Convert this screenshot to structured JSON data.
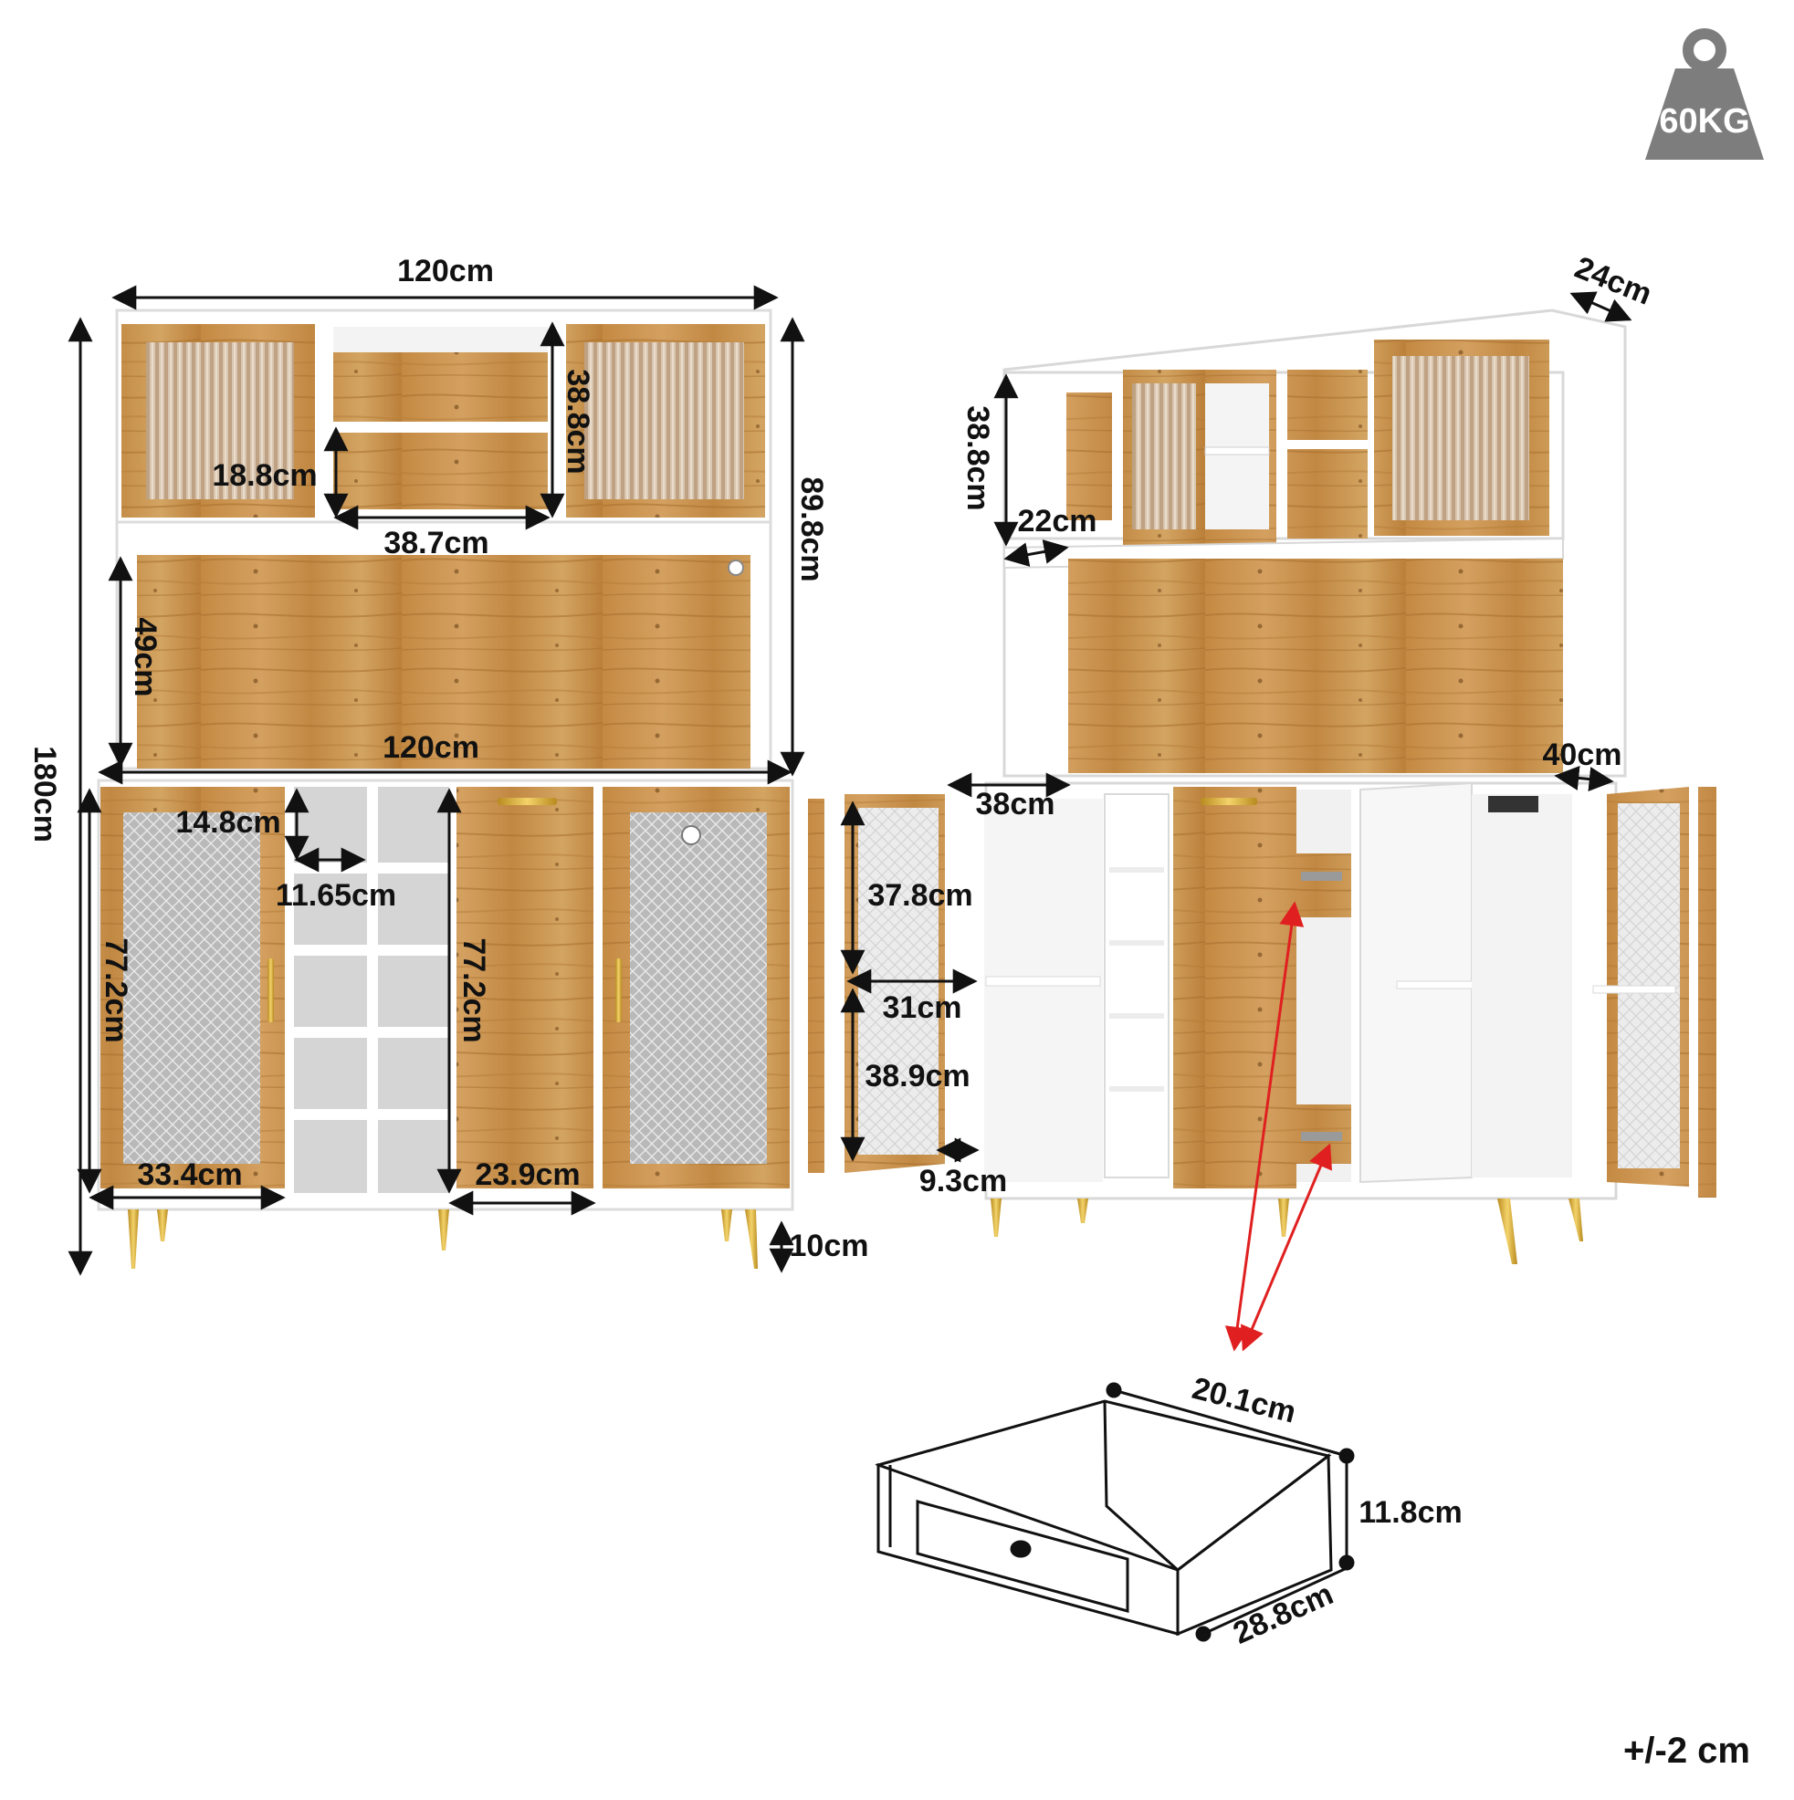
{
  "weight_badge": "60KG",
  "tolerance": "+/-2 cm",
  "front_view": {
    "total_width": "120cm",
    "total_height": "180cm",
    "hutch_height": "89.8cm",
    "hutch_cabinet_height": "38.8cm",
    "hutch_shelf_height": "18.8cm",
    "hutch_middle_width": "38.7cm",
    "open_shelf_height": "49cm",
    "counter_width": "120cm",
    "cube_height": "14.8cm",
    "cube_width": "11.65cm",
    "left_door_height": "77.2cm",
    "middle_door_height": "77.2cm",
    "left_door_width": "33.4cm",
    "middle_door_width": "23.9cm",
    "leg_height": "10cm"
  },
  "side_view": {
    "hutch_depth": "24cm",
    "hutch_cabinet_height": "38.8cm",
    "hutch_shelf_depth": "22cm",
    "base_depth": "40cm",
    "compartment_depth": "38cm",
    "upper_compartment_height": "37.8cm",
    "compartment_width": "31cm",
    "lower_compartment_height": "38.9cm",
    "rack_depth": "9.3cm"
  },
  "drawer": {
    "width": "20.1cm",
    "height": "11.8cm",
    "depth": "28.8cm"
  },
  "colors": {
    "wood": "#c99550",
    "wood_dark": "#a9742f",
    "white": "#ffffff",
    "panel_white": "#f4f4f4",
    "gold": "#e0b43c",
    "arrow_red": "#e02020",
    "badge_gray": "#7d7d7d"
  }
}
